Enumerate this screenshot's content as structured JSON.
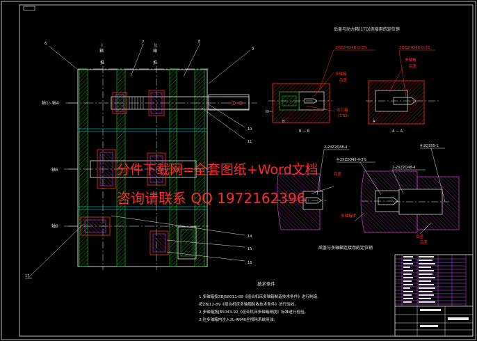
{
  "titles": {
    "top_view": "后盖与动力箱(1TD)连接用的定位销",
    "bottom_view": "后盖与多轴箱连接用的定位销"
  },
  "section_marks": {
    "col1": "I",
    "col1_sub": "箱",
    "col2": "II",
    "col2_sub": "箱",
    "row_top_a": "推",
    "row_top_b": "推",
    "shaft1": "轴1~轴4",
    "shaft2": "轴5",
    "shaft3": "轴0",
    "view_bb": "B — B",
    "view_aa": "A — A",
    "mark_b": "B",
    "mark_a": "A"
  },
  "part_numbers": [
    "6",
    "7",
    "8",
    "9",
    "10",
    "11",
    "14",
    "15",
    "16",
    "17"
  ],
  "detail_labels": {
    "spec1": "2XZ2HQ48-0-3%",
    "spec2": "2XZ2HQ48-0-32",
    "box_bearing": "多轴箱",
    "box_bearing2": "后盖",
    "power_box": "动力箱",
    "power_box_sub": "(1TD)",
    "box_bearing3": "多轴箱",
    "box_bearing4": "后盖",
    "spec3": "2-2XZ2Q48-4",
    "spec4": "4-2XZ2Q48-4-3%",
    "spec5": "2-2XZ2Q48-4",
    "spec6": "4-2Q2S5-1",
    "cover1": "后盖",
    "box_body": "多轴箱体",
    "cover2": "后盖",
    "box2": "后盖"
  },
  "watermark": {
    "line1": "分件下载网=全套图纸+Word文档",
    "line2": "咨询请联系 QQ 1972162396"
  },
  "notes": {
    "heading": "技术条件",
    "lines": [
      "1.多轴箱按ZBJ58011-89《组合机床多轴箱制造技术条件》进行制造,",
      "  按ZBJ12-89《组合机床多轴箱验收技术条件》进行验收。",
      "2.多轴箱按JB5043-92《组合机床多轴箱精度》标准进行检验。",
      "3.往多轴箱内注入3L-AN46全损耗系统用油。"
    ]
  },
  "colors": {
    "background": "#000000",
    "line": "#e8e8e8",
    "section": "#00cccc",
    "hatch": "#22cc22",
    "detail": "#ff3030",
    "part": "#ffcc00",
    "titleblock": "#cc55ff",
    "watermark": "#ff2a2a"
  }
}
